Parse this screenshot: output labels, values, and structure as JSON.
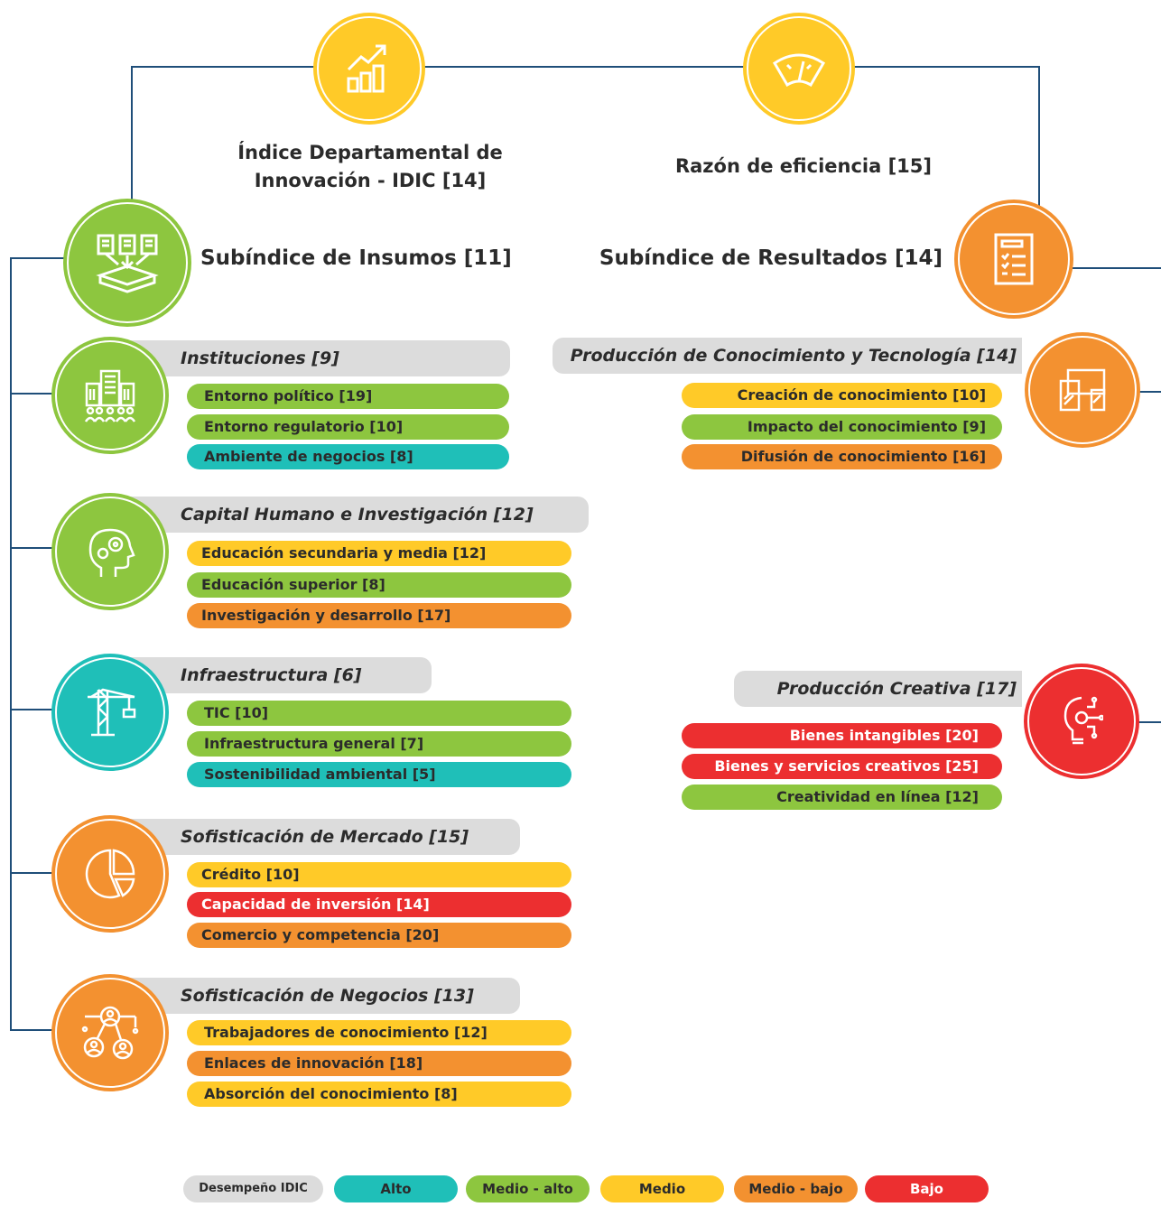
{
  "colors": {
    "alto": "#1fbfb8",
    "medio_alto": "#8dc63f",
    "medio": "#ffca28",
    "medio_bajo": "#f39130",
    "bajo": "#ec2f30",
    "line": "#1f4e79"
  },
  "top": {
    "idic": "Índice Departamental de Innovación - IDIC [14]",
    "eficiencia": "Razón de eficiencia [15]"
  },
  "subindices": {
    "insumos": "Subíndice de Insumos [11]",
    "resultados": "Subíndice de Resultados [14]"
  },
  "pillars_left": [
    {
      "title": "Instituciones [9]",
      "icon": "institutions-building-icon",
      "items": [
        {
          "label": "Entorno político [19]",
          "level": "medio_alto"
        },
        {
          "label": "Entorno regulatorio [10]",
          "level": "medio_alto"
        },
        {
          "label": "Ambiente de negocios [8]",
          "level": "alto"
        }
      ]
    },
    {
      "title": "Capital Humano e Investigación [12]",
      "icon": "head-gears-icon",
      "items": [
        {
          "label": "Educación secundaria y media [12]",
          "level": "medio"
        },
        {
          "label": "Educación superior [8]",
          "level": "medio_alto"
        },
        {
          "label": "Investigación y desarrollo [17]",
          "level": "medio_bajo"
        }
      ]
    },
    {
      "title": "Infraestructura [6]",
      "icon": "crane-icon",
      "items": [
        {
          "label": "TIC [10]",
          "level": "medio_alto"
        },
        {
          "label": "Infraestructura general [7]",
          "level": "medio_alto"
        },
        {
          "label": "Sostenibilidad ambiental [5]",
          "level": "alto"
        }
      ]
    },
    {
      "title": "Sofisticación de Mercado [15]",
      "icon": "pie-chart-icon",
      "items": [
        {
          "label": "Crédito [10]",
          "level": "medio"
        },
        {
          "label": "Capacidad de inversión [14]",
          "level": "bajo"
        },
        {
          "label": "Comercio y competencia [20]",
          "level": "medio_bajo"
        }
      ]
    },
    {
      "title": "Sofisticación de Negocios [13]",
      "icon": "people-network-icon",
      "items": [
        {
          "label": "Trabajadores de conocimiento [12]",
          "level": "medio"
        },
        {
          "label": "Enlaces de innovación [18]",
          "level": "medio_bajo"
        },
        {
          "label": "Absorción del conocimiento [8]",
          "level": "medio"
        }
      ]
    }
  ],
  "pillars_right": [
    {
      "title": "Producción de Conocimiento y Tecnología [14]",
      "icon": "devices-icon",
      "items": [
        {
          "label": "Creación de conocimiento [10]",
          "level": "medio"
        },
        {
          "label": "Impacto del conocimiento [9]",
          "level": "medio_alto"
        },
        {
          "label": "Difusión de conocimiento [16]",
          "level": "medio_bajo"
        }
      ]
    },
    {
      "title": "Producción Creativa [17]",
      "icon": "lightbulb-gear-icon",
      "items": [
        {
          "label": "Bienes intangibles [20]",
          "level": "bajo"
        },
        {
          "label": "Bienes y servicios creativos [25]",
          "level": "bajo"
        },
        {
          "label": "Creatividad en línea [12]",
          "level": "medio_alto"
        }
      ]
    }
  ],
  "legend": {
    "title": "Desempeño IDIC",
    "items": [
      {
        "label": "Alto",
        "level": "alto"
      },
      {
        "label": "Medio - alto",
        "level": "medio_alto"
      },
      {
        "label": "Medio",
        "level": "medio"
      },
      {
        "label": "Medio - bajo",
        "level": "medio_bajo"
      },
      {
        "label": "Bajo",
        "level": "bajo"
      }
    ]
  }
}
